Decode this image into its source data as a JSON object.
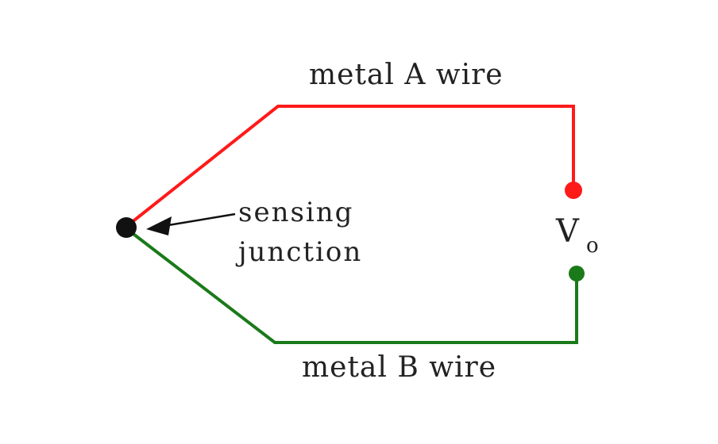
{
  "labels": {
    "wire_a": "metal A wire",
    "wire_b": "metal B wire",
    "junction_line1": "sensing",
    "junction_line2": "junction",
    "output_symbol": "V",
    "output_subscript": "o"
  },
  "colors": {
    "wire_a": "#ff1a1a",
    "wire_b": "#1a7a1a",
    "junction": "#111111",
    "pointer": "#111111",
    "text": "#222222"
  }
}
